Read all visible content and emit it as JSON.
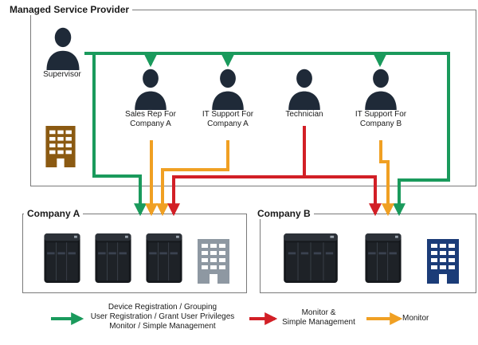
{
  "groups": {
    "msp_title": "Managed Service Provider",
    "company_a_title": "Company A",
    "company_b_title": "Company B"
  },
  "roles": {
    "supervisor": "Supervisor",
    "sales_rep": [
      "Sales Rep For",
      "Company A"
    ],
    "it_support_a": [
      "IT Support For",
      "Company A"
    ],
    "technician": "Technician",
    "it_support_b": [
      "IT Support For",
      "Company B"
    ]
  },
  "legend": {
    "green_lines": [
      "Device Registration / Grouping",
      "User Registration / Grant User Privileges",
      "Monitor / Simple Management"
    ],
    "red_lines": [
      "Monitor &",
      "Simple Management"
    ],
    "orange_line": "Monitor"
  },
  "colors": {
    "green": "#1a9a5c",
    "red": "#d21f26",
    "orange": "#f0a023",
    "person": "#1f2a38",
    "brown_building": "#8b5a12",
    "blue_building": "#1b3c78",
    "gray_building": "#8e98a2",
    "border": "#7a7a7a"
  },
  "icons": {
    "person": "person-silhouette-icon",
    "nas": "nas-device-icon",
    "building": "office-building-icon"
  }
}
